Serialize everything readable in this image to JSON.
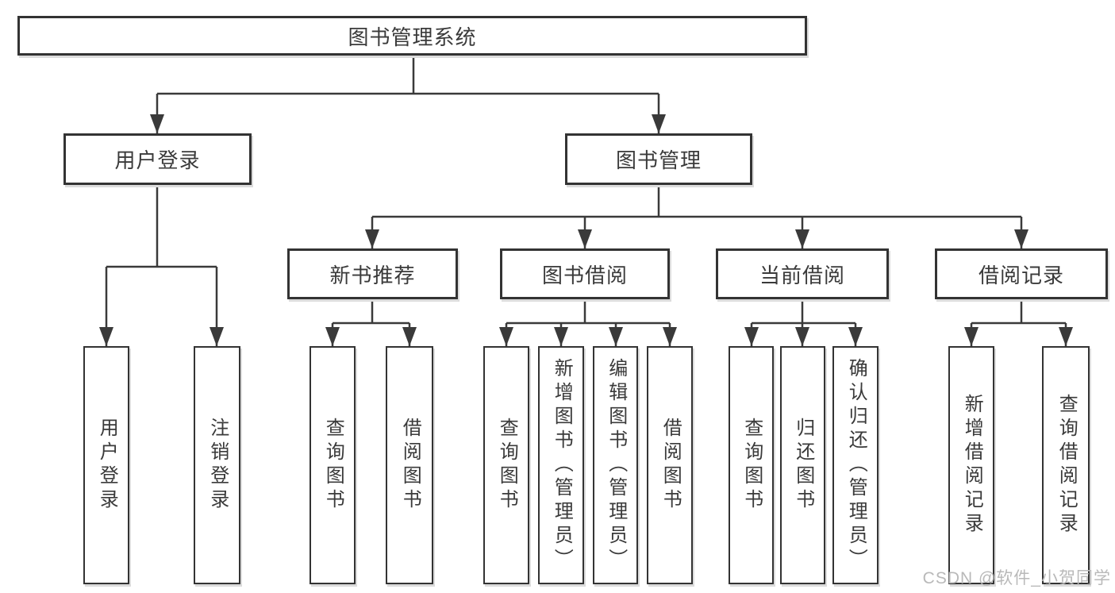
{
  "diagram": {
    "title": "图书管理系统",
    "branches": {
      "user_login": {
        "label": "用户登录",
        "children": [
          "用户登录",
          "注销登录"
        ]
      },
      "book_management": {
        "label": "图书管理",
        "sections": {
          "new_book_recommend": {
            "label": "新书推荐",
            "children": [
              "查询图书",
              "借阅图书"
            ]
          },
          "book_borrowing": {
            "label": "图书借阅",
            "children": [
              "查询图书",
              "新增图书（管理员）",
              "编辑图书（管理员）",
              "借阅图书"
            ]
          },
          "current_borrowing": {
            "label": "当前借阅",
            "children": [
              "查询图书",
              "归还图书",
              "确认归还（管理员）"
            ]
          },
          "borrowing_records": {
            "label": "借阅记录",
            "children": [
              "新增借阅记录",
              "查询借阅记录"
            ]
          }
        }
      }
    },
    "colors": {
      "line": "#3a3a3a",
      "box_border": "#333333",
      "text": "#3a3a3a",
      "background": "#ffffff",
      "watermark": "#b9b9b9"
    },
    "watermark": "CSDN @软件_小贺同学"
  }
}
